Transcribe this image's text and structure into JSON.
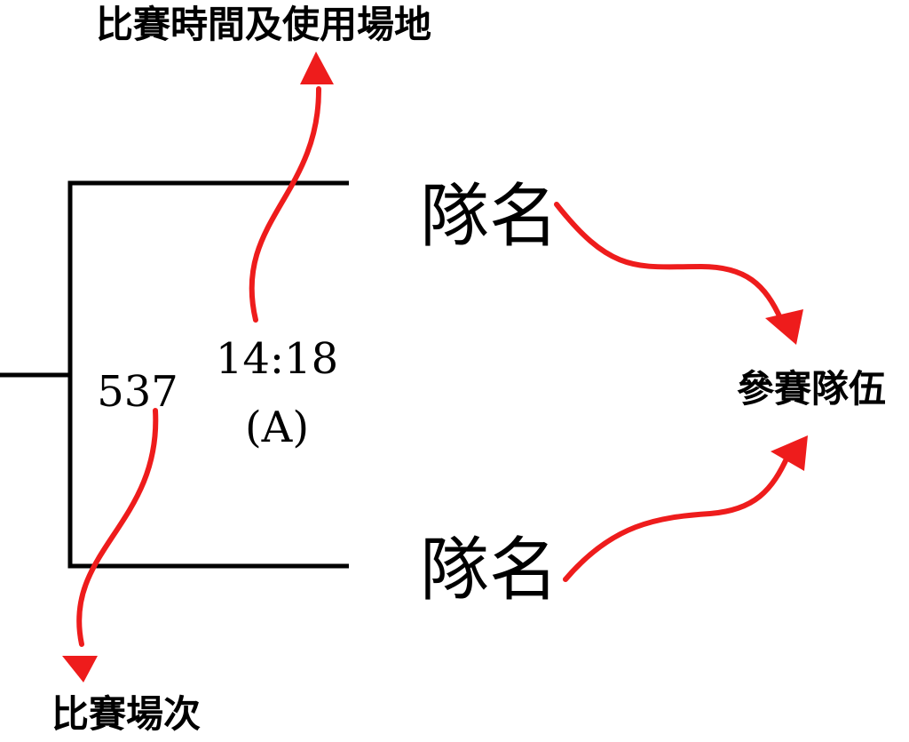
{
  "labels": {
    "time_venue": "比賽時間及使用場地",
    "match_number_label": "比賽場次",
    "participating_teams": "參賽隊伍"
  },
  "bracket": {
    "match_number": "537",
    "time": "14:18",
    "venue": "(A)",
    "team_top": "隊名",
    "team_bottom": "隊名"
  },
  "colors": {
    "line": "#000000",
    "arrow": "#ee1c1c",
    "background": "#ffffff"
  }
}
